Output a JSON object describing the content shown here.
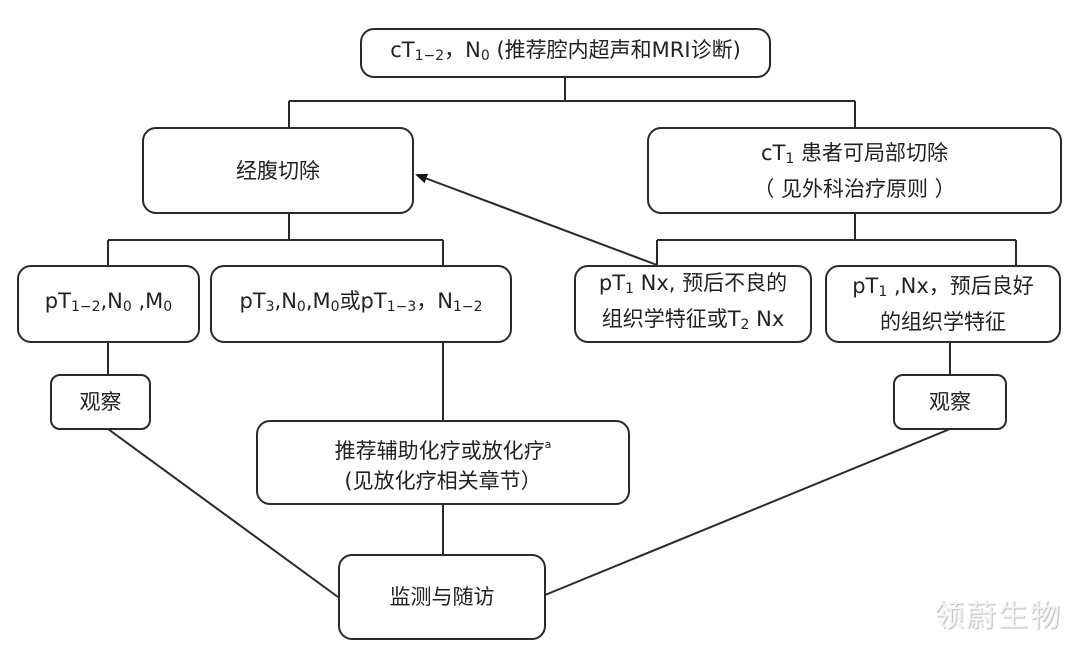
{
  "diagram": {
    "type": "flowchart",
    "nodes": {
      "root": {
        "lines": [
          {
            "parts": [
              {
                "t": "cT"
              },
              {
                "sub": "1−2"
              },
              {
                "t": "，N"
              },
              {
                "sub": "0"
              },
              {
                "t": " (推荐腔内超声和MRI诊断)"
              }
            ]
          }
        ]
      },
      "transabdominal": {
        "lines": [
          {
            "parts": [
              {
                "t": "经腹切除"
              }
            ]
          }
        ]
      },
      "local_excision": {
        "lines": [
          {
            "parts": [
              {
                "t": "cT"
              },
              {
                "sub": "1"
              },
              {
                "t": " 患者可局部切除"
              }
            ]
          },
          {
            "parts": [
              {
                "t": "（ 见外科治疗原则 ）"
              }
            ]
          }
        ]
      },
      "pt12_n0_m0": {
        "lines": [
          {
            "parts": [
              {
                "t": "pT"
              },
              {
                "sub": "1−2"
              },
              {
                "t": ",N"
              },
              {
                "sub": "0"
              },
              {
                "t": " ,M"
              },
              {
                "sub": "0"
              }
            ]
          }
        ]
      },
      "pt3_or_n12": {
        "lines": [
          {
            "parts": [
              {
                "t": "pT"
              },
              {
                "sub": "3"
              },
              {
                "t": ",N"
              },
              {
                "sub": "0"
              },
              {
                "t": ",M"
              },
              {
                "sub": "0"
              },
              {
                "t": "或pT"
              },
              {
                "sub": "1−3"
              },
              {
                "t": "，N"
              },
              {
                "sub": "1−2"
              }
            ]
          }
        ]
      },
      "pt1_unfavorable": {
        "lines": [
          {
            "parts": [
              {
                "t": "pT"
              },
              {
                "sub": "1"
              },
              {
                "t": " Nx, 预后不良的"
              }
            ]
          },
          {
            "parts": [
              {
                "t": "组织学特征或T"
              },
              {
                "sub": "2"
              },
              {
                "t": " Nx"
              }
            ]
          }
        ]
      },
      "pt1_favorable": {
        "lines": [
          {
            "parts": [
              {
                "t": "pT"
              },
              {
                "sub": "1"
              },
              {
                "t": " ,Nx，预后良好"
              }
            ]
          },
          {
            "parts": [
              {
                "t": "的组织学特征"
              }
            ]
          }
        ]
      },
      "observe_left": {
        "lines": [
          {
            "parts": [
              {
                "t": "观察"
              }
            ]
          }
        ]
      },
      "adjuvant": {
        "lines": [
          {
            "parts": [
              {
                "t": "推荐辅助化疗或放化疗"
              },
              {
                "sup": "a"
              }
            ]
          },
          {
            "parts": [
              {
                "t": "(见放化疗相关章节）"
              }
            ]
          }
        ]
      },
      "observe_right": {
        "lines": [
          {
            "parts": [
              {
                "t": "观察"
              }
            ]
          }
        ]
      },
      "followup": {
        "lines": [
          {
            "parts": [
              {
                "t": "监测与随访"
              }
            ]
          }
        ]
      }
    },
    "edges": [
      {
        "from": "root",
        "to": "transabdominal"
      },
      {
        "from": "root",
        "to": "local_excision"
      },
      {
        "from": "transabdominal",
        "to": "pt12_n0_m0"
      },
      {
        "from": "transabdominal",
        "to": "pt3_or_n12"
      },
      {
        "from": "local_excision",
        "to": "pt1_unfavorable"
      },
      {
        "from": "local_excision",
        "to": "pt1_favorable"
      },
      {
        "from": "pt1_unfavorable",
        "to": "transabdominal",
        "arrow": true
      },
      {
        "from": "pt12_n0_m0",
        "to": "observe_left"
      },
      {
        "from": "pt3_or_n12",
        "to": "adjuvant"
      },
      {
        "from": "pt1_favorable",
        "to": "observe_right"
      },
      {
        "from": "observe_left",
        "to": "followup"
      },
      {
        "from": "adjuvant",
        "to": "followup"
      },
      {
        "from": "observe_right",
        "to": "followup"
      }
    ]
  },
  "watermark": "领蔚生物"
}
